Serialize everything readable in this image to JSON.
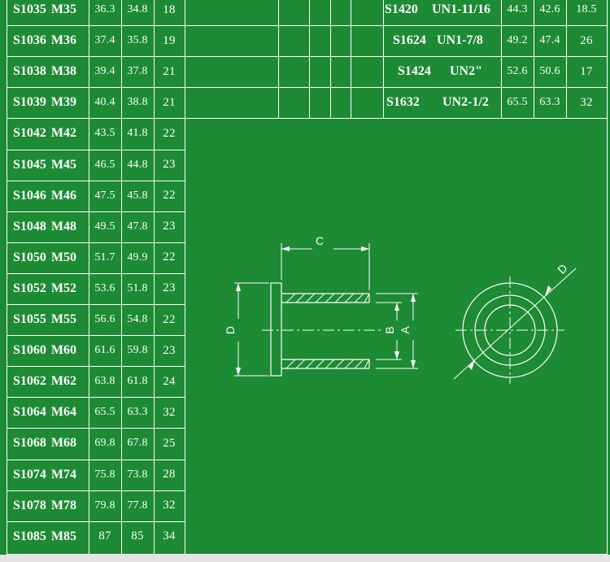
{
  "left_table": [
    {
      "code": "S1035",
      "metric": "M35",
      "a": "36.3",
      "b": "34.8",
      "c": "18"
    },
    {
      "code": "S1036",
      "metric": "M36",
      "a": "37.4",
      "b": "35.8",
      "c": "19"
    },
    {
      "code": "S1038",
      "metric": "M38",
      "a": "39.4",
      "b": "37.8",
      "c": "21"
    },
    {
      "code": "S1039",
      "metric": "M39",
      "a": "40.4",
      "b": "38.8",
      "c": "21"
    },
    {
      "code": "S1042",
      "metric": "M42",
      "a": "43.5",
      "b": "41.8",
      "c": "22"
    },
    {
      "code": "S1045",
      "metric": "M45",
      "a": "46.5",
      "b": "44.8",
      "c": "23"
    },
    {
      "code": "S1046",
      "metric": "M46",
      "a": "47.5",
      "b": "45.8",
      "c": "22"
    },
    {
      "code": "S1048",
      "metric": "M48",
      "a": "49.5",
      "b": "47.8",
      "c": "23"
    },
    {
      "code": "S1050",
      "metric": "M50",
      "a": "51.7",
      "b": "49.9",
      "c": "22"
    },
    {
      "code": "S1052",
      "metric": "M52",
      "a": "53.6",
      "b": "51.8",
      "c": "23"
    },
    {
      "code": "S1055",
      "metric": "M55",
      "a": "56.6",
      "b": "54.8",
      "c": "22"
    },
    {
      "code": "S1060",
      "metric": "M60",
      "a": "61.6",
      "b": "59.8",
      "c": "23"
    },
    {
      "code": "S1062",
      "metric": "M62",
      "a": "63.8",
      "b": "61.8",
      "c": "24"
    },
    {
      "code": "S1064",
      "metric": "M64",
      "a": "65.5",
      "b": "63.3",
      "c": "32"
    },
    {
      "code": "S1068",
      "metric": "M68",
      "a": "69.8",
      "b": "67.8",
      "c": "25"
    },
    {
      "code": "S1074",
      "metric": "M74",
      "a": "75.8",
      "b": "73.8",
      "c": "28"
    },
    {
      "code": "S1078",
      "metric": "M78",
      "a": "79.8",
      "b": "77.8",
      "c": "32"
    },
    {
      "code": "S1085",
      "metric": "M85",
      "a": "87",
      "b": "85",
      "c": "34"
    }
  ],
  "right_table": [
    {
      "code": "S1420",
      "thread": "UN1-11/16",
      "a": "44.3",
      "b": "42.6",
      "c": "18.5"
    },
    {
      "code": "S1624",
      "thread": "UN1-7/8",
      "a": "49.2",
      "b": "47.4",
      "c": "26"
    },
    {
      "code": "S1424",
      "thread": "UN2\"",
      "a": "52.6",
      "b": "50.6",
      "c": "17"
    },
    {
      "code": "S1632",
      "thread": "UN2-1/2",
      "a": "65.5",
      "b": "63.3",
      "c": "32"
    }
  ],
  "drawing": {
    "label_c": "C",
    "label_d_side": "D",
    "label_b": "B",
    "label_a": "A",
    "label_d_circle": "D"
  },
  "colors": {
    "background": "#1d8a34",
    "lines": "#ffffff",
    "outer": "#e4e4e4"
  }
}
